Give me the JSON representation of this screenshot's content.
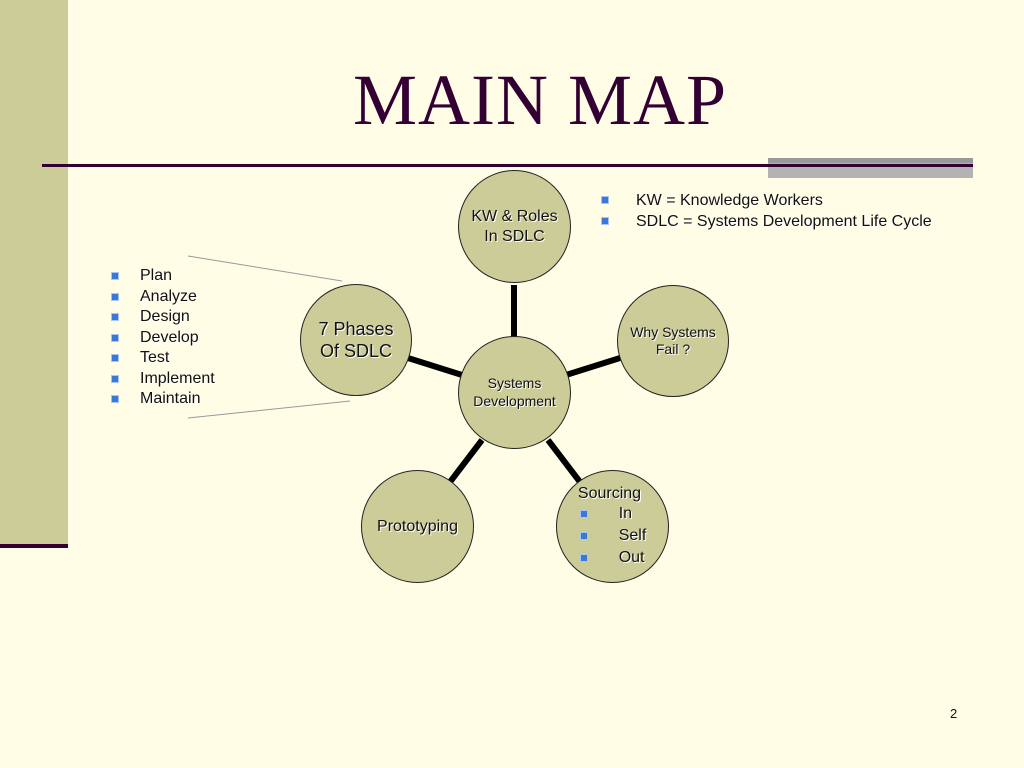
{
  "slide": {
    "title": "MAIN MAP",
    "page_number": "2"
  },
  "center_node": {
    "line1": "Systems",
    "line2": "Development"
  },
  "nodes": {
    "kw_roles": {
      "line1": "KW & Roles",
      "line2": "In SDLC"
    },
    "why_fail": {
      "line1": "Why Systems",
      "line2": "Fail ?"
    },
    "sourcing": {
      "heading": "Sourcing",
      "items": [
        "In",
        "Self",
        "Out"
      ]
    },
    "prototyping": {
      "label": "Prototyping"
    },
    "phases": {
      "line1": "7 Phases",
      "line2": "Of SDLC"
    }
  },
  "phase_list": [
    "Plan",
    "Analyze",
    "Design",
    "Develop",
    "Test",
    "Implement",
    "Maintain"
  ],
  "notes": [
    "KW = Knowledge Workers",
    "SDLC = Systems Development Life Cycle"
  ],
  "colors": {
    "background": "#fffde6",
    "node_fill": "#cccc99",
    "title": "#330033",
    "bullet": "#3a78d6"
  }
}
